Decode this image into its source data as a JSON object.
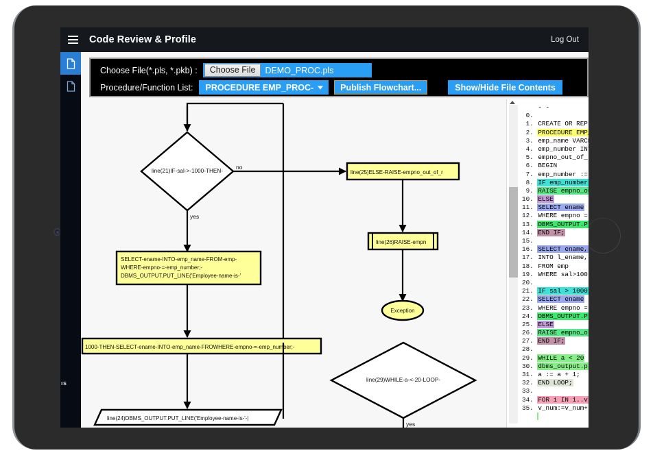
{
  "appbar": {
    "title": "Code Review & Profile",
    "logout_label": "Log Out",
    "menu_icon": "hamburger-icon"
  },
  "rail": {
    "items": [
      {
        "icon": "file-document-icon",
        "active": true
      },
      {
        "icon": "file-document-icon",
        "active": false
      }
    ],
    "fragment_text": "ıs"
  },
  "toolbar": {
    "file_label": "Choose File(*.pls, *.pkb) :",
    "choose_file_button": "Choose File",
    "file_name": "DEMO_PROC.pls",
    "proc_label": "Procedure/Function List:",
    "proc_selected": "PROCEDURE EMP_PROC-",
    "proc_options": [
      "PROCEDURE EMP_PROC-"
    ],
    "publish_button": "Publish Flowchart...",
    "showhide_button": "Show/Hide File Contents",
    "accent_blue": "#2a9df4",
    "publish_border": "#c99a2e"
  },
  "flowchart": {
    "nodes": [
      {
        "id": "d1",
        "type": "decision",
        "text": "line(21)IF-sal->-1000-THEN-"
      },
      {
        "id": "p1",
        "type": "process",
        "text": "line(25)ELSE-RAISE-empno_out_of_r",
        "fill": "#ffff99"
      },
      {
        "id": "p2",
        "type": "predefined",
        "text": "line(26)RAISE-empn",
        "fill": "#ffff99"
      },
      {
        "id": "t1",
        "type": "terminator",
        "text": "Exception",
        "fill": "#ffff99"
      },
      {
        "id": "p3",
        "type": "process",
        "text_lines": [
          "SELECT-ename-INTO-emp_name-FROM-emp-",
          "WHERE-empno-=-emp_number;-",
          "DBMS_OUTPUT.PUT_LINE('Employee-name-is-'"
        ],
        "fill": "#ffff99"
      },
      {
        "id": "p4",
        "type": "process",
        "text": "1000-THEN-SELECT-ename-INTO-emp_name-FROWHERE-empno-=-emp_number;-",
        "fill": "#ffff99"
      },
      {
        "id": "io1",
        "type": "io",
        "text": "line(24)DBMS_OUTPUT.PUT_LINE('Employee-name-is-'-|",
        "fill": "#ffffff"
      },
      {
        "id": "d2",
        "type": "decision",
        "text": "line(29)WHILE-a-<-20-LOOP-"
      }
    ],
    "edge_labels": {
      "no": "no",
      "yes": "yes",
      "yes2": "yes"
    }
  },
  "code_panel": {
    "scrollbar": true,
    "lines": [
      {
        "n": "",
        "text": "- -",
        "hl": ""
      },
      {
        "n": "0.",
        "text": "",
        "hl": ""
      },
      {
        "n": "1.",
        "text": "CREATE OR REPL",
        "hl": ""
      },
      {
        "n": "2.",
        "text": "PROCEDURE EMP_",
        "hl": "hl-yellow"
      },
      {
        "n": "3.",
        "text": "emp_name VARCH",
        "hl": ""
      },
      {
        "n": "4.",
        "text": "emp_number INT",
        "hl": ""
      },
      {
        "n": "5.",
        "text": "empno_out_of_r",
        "hl": ""
      },
      {
        "n": "6.",
        "text": "BEGIN",
        "hl": ""
      },
      {
        "n": "7.",
        "text": "emp_number :=",
        "hl": ""
      },
      {
        "n": "8.",
        "text": "IF emp_number",
        "hl": "hl-cyan"
      },
      {
        "n": "9.",
        "text": "RAISE empno_ou",
        "hl": "hl-green"
      },
      {
        "n": "10.",
        "text": "ELSE",
        "hl": "hl-purple"
      },
      {
        "n": "11.",
        "text": "SELECT ename",
        "hl": "hl-blue"
      },
      {
        "n": "12.",
        "text": "WHERE empno =",
        "hl": ""
      },
      {
        "n": "13.",
        "text": "DBMS_OUTPUT.P",
        "hl": "hl-brgreen"
      },
      {
        "n": "14.",
        "text": "END IF;",
        "hl": "hl-mauve"
      },
      {
        "n": "15.",
        "text": "",
        "hl": ""
      },
      {
        "n": "16.",
        "text": "SELECT ename,",
        "hl": "hl-blue"
      },
      {
        "n": "17.",
        "text": "INTO l_ename,",
        "hl": ""
      },
      {
        "n": "18.",
        "text": "FROM emp",
        "hl": ""
      },
      {
        "n": "19.",
        "text": "WHERE sal>100",
        "hl": ""
      },
      {
        "n": "20.",
        "text": "",
        "hl": ""
      },
      {
        "n": "21.",
        "text": "IF sal > 1000",
        "hl": "hl-cyan"
      },
      {
        "n": "22.",
        "text": "SELECT ename",
        "hl": "hl-blue"
      },
      {
        "n": "23.",
        "text": "WHERE empno =",
        "hl": ""
      },
      {
        "n": "24.",
        "text": "DBMS_OUTPUT.P",
        "hl": "hl-brgreen"
      },
      {
        "n": "25.",
        "text": "ELSE",
        "hl": "hl-purple"
      },
      {
        "n": "26.",
        "text": "RAISE empno_o",
        "hl": "hl-green"
      },
      {
        "n": "27.",
        "text": "END IF;",
        "hl": "hl-mauve"
      },
      {
        "n": "28.",
        "text": "",
        "hl": ""
      },
      {
        "n": "29.",
        "text": "WHILE a < 20",
        "hl": "hl-lgreen"
      },
      {
        "n": "30.",
        "text": "dbms_output.p",
        "hl": "hl-lgreen"
      },
      {
        "n": "31.",
        "text": "a := a + 1;",
        "hl": ""
      },
      {
        "n": "32.",
        "text": "END LOOP;",
        "hl": "hl-gray"
      },
      {
        "n": "33.",
        "text": "",
        "hl": ""
      },
      {
        "n": "34.",
        "text": "FOR i IN 1..v",
        "hl": "hl-pink"
      },
      {
        "n": "35.",
        "text": "v_num:=v_num+",
        "hl": ""
      },
      {
        "n": "",
        "text": "",
        "hl": "hl-lgreen"
      }
    ]
  }
}
